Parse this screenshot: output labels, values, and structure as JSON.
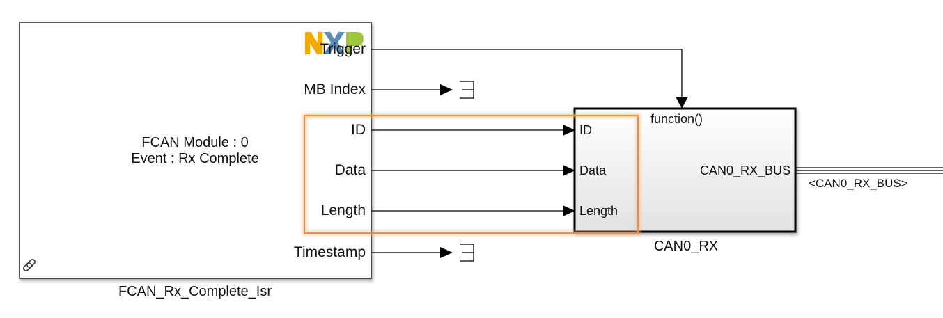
{
  "isr_block": {
    "name": "FCAN_Rx_Complete_Isr",
    "line1": "FCAN Module : 0",
    "line2": "Event : Rx Complete",
    "logo_icon": "nxp-logo-icon",
    "link_icon": "library-link-icon",
    "outputs": {
      "trigger": "Trigger",
      "mb_index": "MB Index",
      "id": "ID",
      "data": "Data",
      "length": "Length",
      "timestamp": "Timestamp"
    }
  },
  "sub_block": {
    "name": "CAN0_RX",
    "trigger_label": "function()",
    "inputs": {
      "id": "ID",
      "data": "Data",
      "length": "Length"
    },
    "output": "CAN0_RX_BUS"
  },
  "bus_label": "<CAN0_RX_BUS>",
  "terminator_icon": "terminator-icon",
  "colors": {
    "highlight": "#f28c3c",
    "block_border": "#222222",
    "subsystem_fill_top": "#ffffff",
    "subsystem_fill_bottom": "#e4e4e4",
    "line": "#000000"
  }
}
